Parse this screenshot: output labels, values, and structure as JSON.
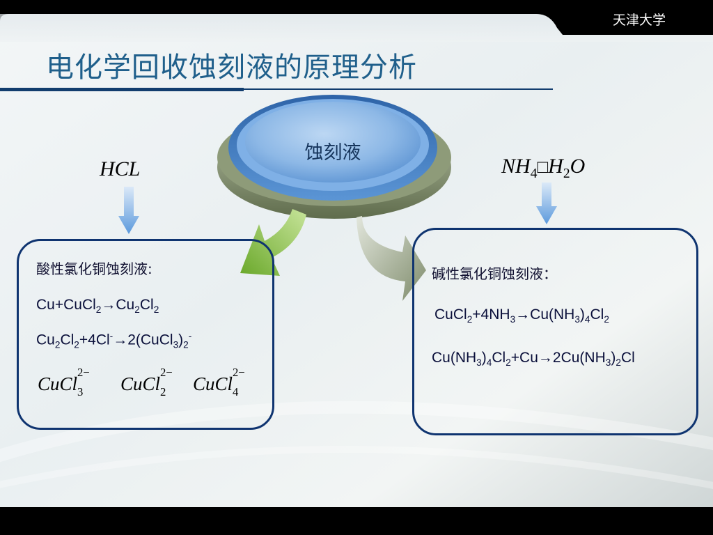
{
  "header": {
    "title": "电化学回收蚀刻液的原理分析",
    "university": "天津大学"
  },
  "center": {
    "label": "蚀刻液"
  },
  "left": {
    "reagent": "HCL",
    "heading": "酸性氯化铜蚀刻液:",
    "eq1": {
      "a": "Cu+CuCl",
      "a_sub": "2",
      "b": "→Cu",
      "b_sub": "2",
      "c": "Cl",
      "c_sub": "2"
    },
    "eq2": {
      "a": "Cu",
      "a_sub": "2",
      "b": "Cl",
      "b_sub": "2",
      "c": "+4Cl",
      "c_sup": "-",
      "d": "→2(CuCl",
      "d_sub": "3",
      "e": ")",
      "e_sub": "2",
      "e_sup": "-"
    },
    "ions": [
      {
        "base": "CuCl",
        "sub": "3",
        "sup": "2−"
      },
      {
        "base": "CuCl",
        "sub": "2",
        "sup": "2−"
      },
      {
        "base": "CuCl",
        "sub": "4",
        "sup": "2−"
      }
    ]
  },
  "right": {
    "reagent": {
      "a": "NH",
      "a_sub": "4",
      "mid": "□",
      "b": "H",
      "b_sub": "2",
      "c": "O"
    },
    "heading": "碱性氯化铜蚀刻液：",
    "eq1": {
      "a": "CuCl",
      "a_sub": "2",
      "b": "+4NH",
      "b_sub": "3",
      "c": "→Cu(NH",
      "c_sub": "3",
      "d": ")",
      "d_sub": "4",
      "e": "Cl",
      "e_sub": "2"
    },
    "eq2": {
      "a": "Cu(NH",
      "a_sub": "3",
      "b": ")",
      "b_sub": "4",
      "c": "Cl",
      "c_sub": "2",
      "d": "+Cu→2Cu(NH",
      "d_sub": "3",
      "e": ")",
      "e_sub": "2",
      "f": "Cl"
    }
  },
  "colors": {
    "title": "#1f5f8b",
    "box_border": "#0f3470",
    "arrow_blue": "#6fa6df",
    "arrow_green": "#8cc63f",
    "arrow_gray": "#8e9a7a",
    "lens_blue": "#3f7fc8",
    "lens_base": "#7d8b69"
  }
}
